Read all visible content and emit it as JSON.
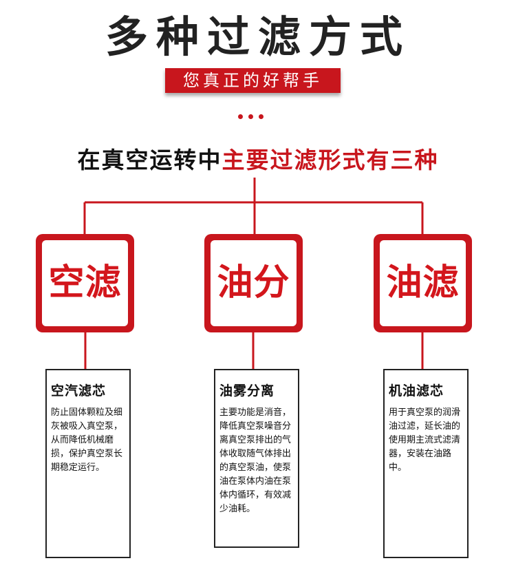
{
  "header": {
    "title": "多种过滤方式",
    "subtitle": "您真正的好帮手"
  },
  "headline": {
    "part1": "在真空运转中",
    "part2": "主要过滤形式有三种"
  },
  "colors": {
    "accent_red": "#c8161d",
    "text_dark": "#111111",
    "background": "#ffffff"
  },
  "filters": [
    {
      "tile_label": "空滤",
      "card_title": "空汽滤芯",
      "card_body": "防止固体颗粒及细灰被吸入真空泵，从而降低机械磨损，保护真空泵长期稳定运行。"
    },
    {
      "tile_label": "油分",
      "card_title": "油雾分离",
      "card_body": "主要功能是消音，降低真空泵噪音分离真空泵排出的气体收取随气体排出的真空泵油，使泵油在泵体内油在泵体内循环，有效减少油耗。"
    },
    {
      "tile_label": "油滤",
      "card_title": "机油滤芯",
      "card_body": "用于真空泵的润滑油过滤，延长油的使用期主流式滤清器，安装在油路中。"
    }
  ]
}
